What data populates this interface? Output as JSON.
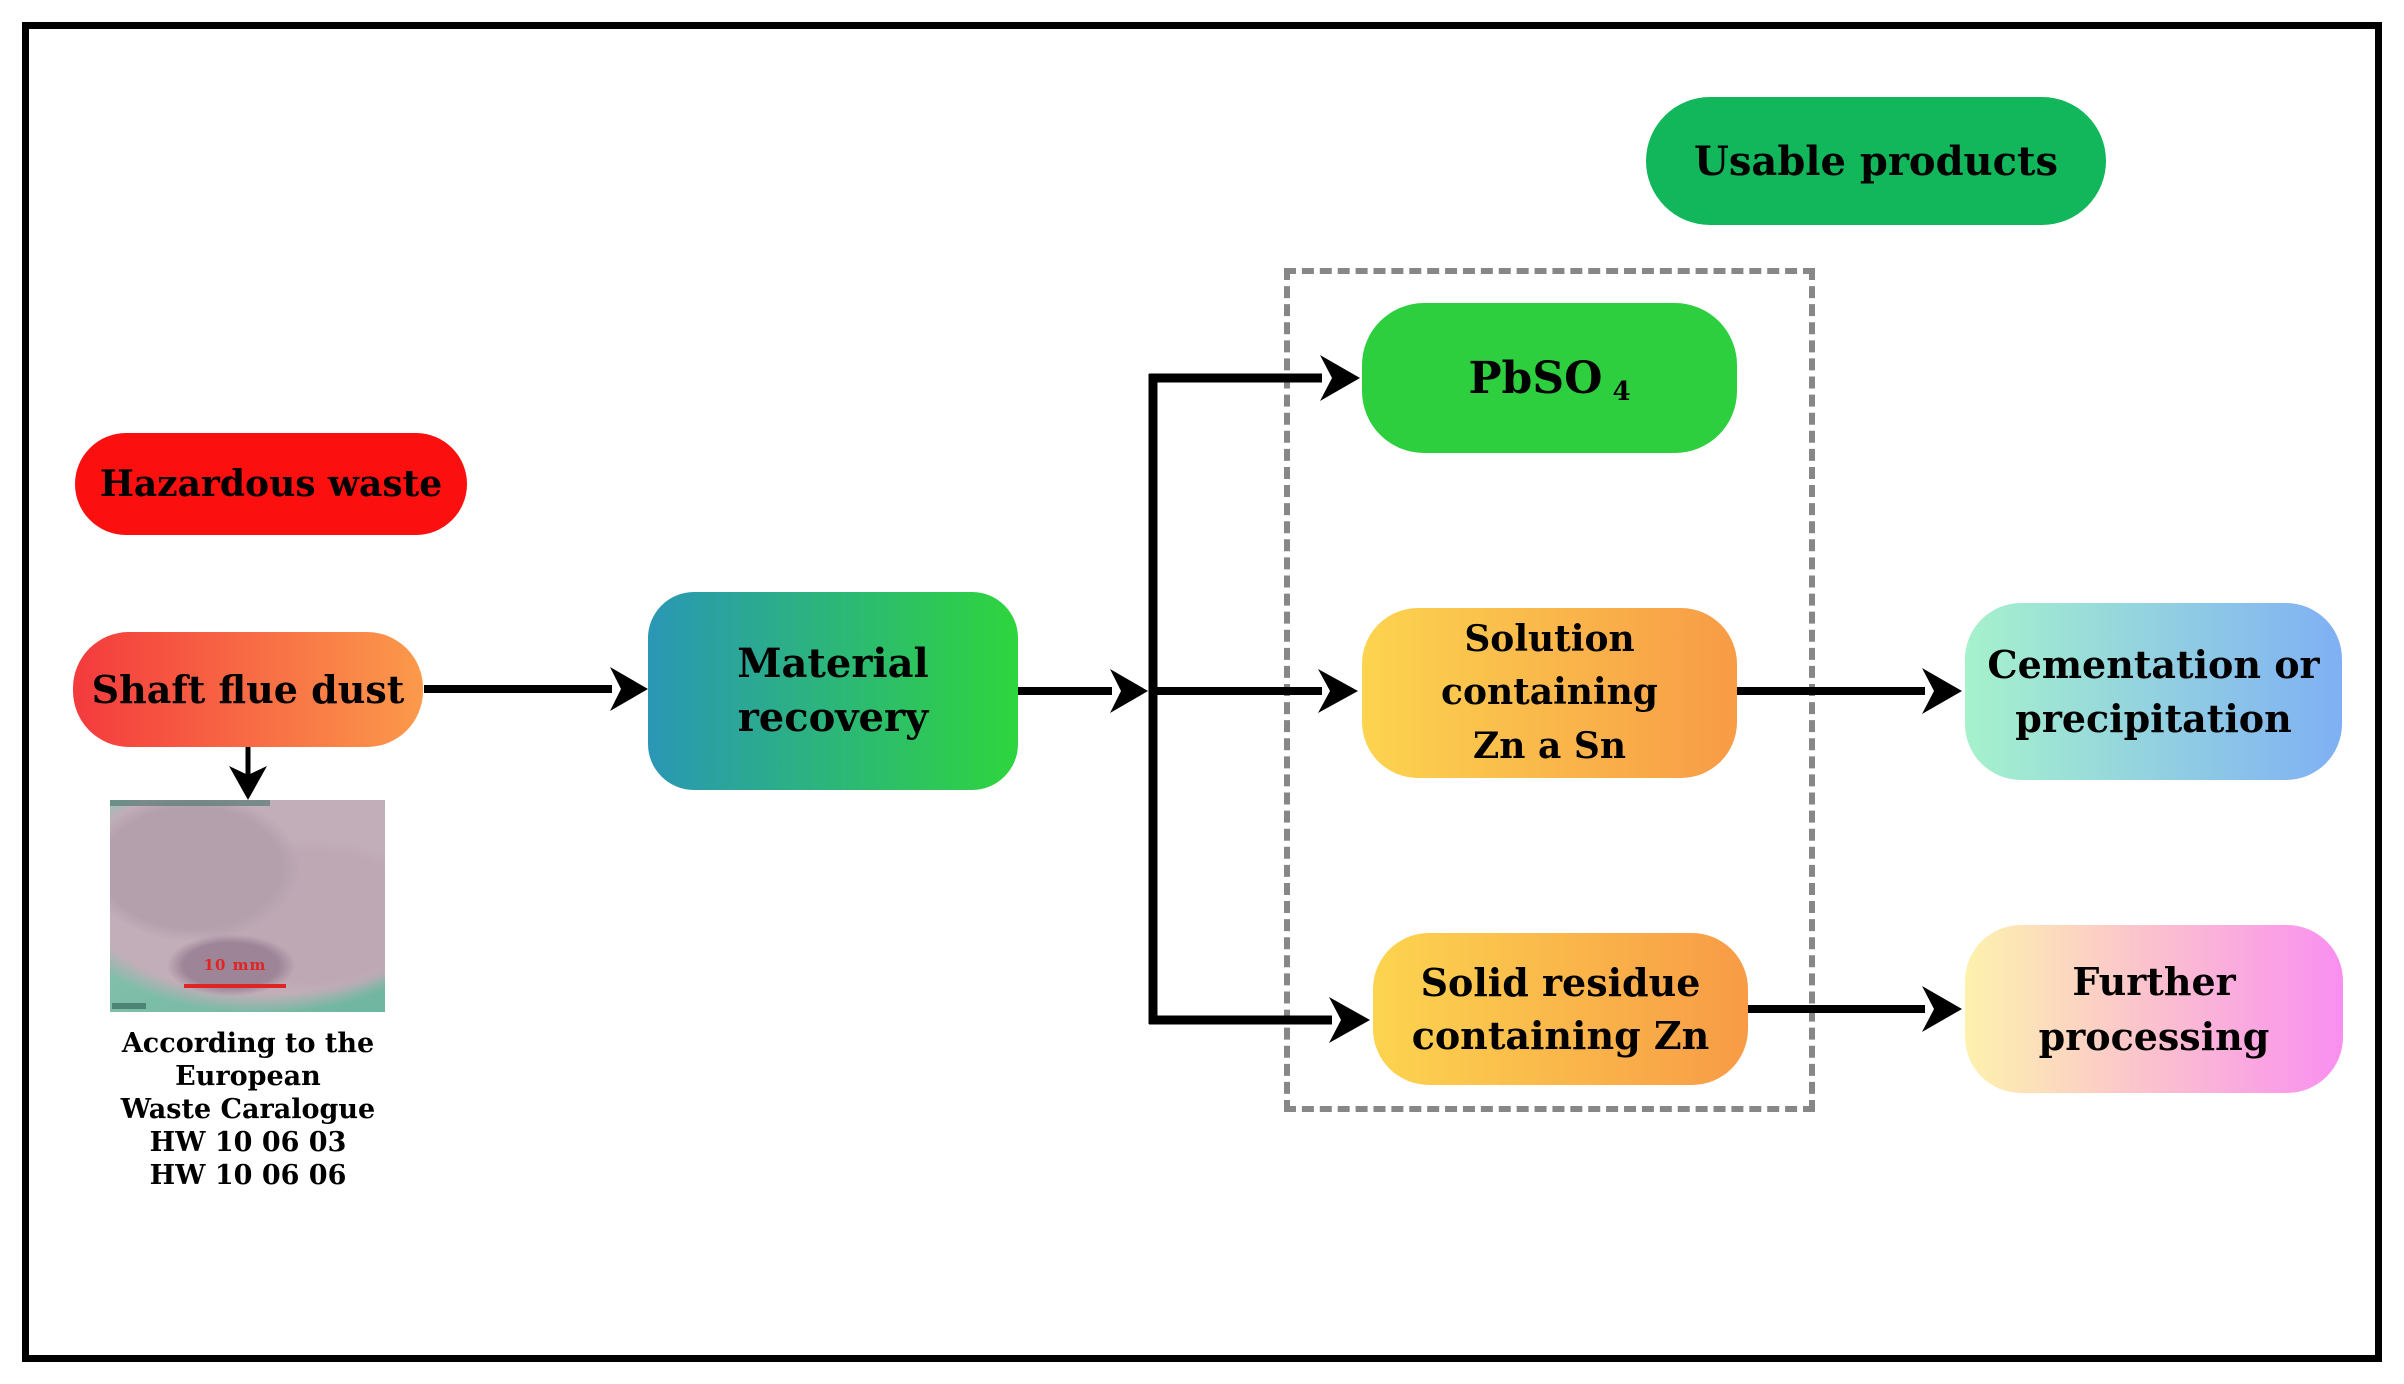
{
  "colors": {
    "hazardous": "#fb0f0f",
    "usable": "#12b65b",
    "pbso4": "#2ecf3e",
    "shaft_from": "#f43a3d",
    "shaft_to": "#fb9a4b",
    "material_from": "#2a97b5",
    "material_to": "#2ed53d",
    "solution_from": "#fcd44f",
    "solution_to": "#f89b46",
    "solid_from": "#fcd44f",
    "solid_to": "#f89b46",
    "cementation_from": "#a6f2cc",
    "cementation_to": "#7fb0f4",
    "further_from": "#fdf2ad",
    "further_to": "#f98ff1",
    "arrow": "#000000",
    "dashed_border": "#878787",
    "scale_bar": "#e02424"
  },
  "legend": {
    "hazardous_label": "Hazardous waste",
    "usable_label": "Usable products"
  },
  "nodes": {
    "shaft_flue_dust": "Shaft flue dust",
    "material_recovery": "Material\nrecovery",
    "pbso4_formula": "PbSO",
    "pbso4_subscript": "4",
    "solution": "Solution\ncontaining\nZn a Sn",
    "solid_residue": "Solid residue\ncontaining Zn",
    "cementation": "Cementation or\nprecipitation",
    "further_processing": "Further\nprocessing"
  },
  "photo": {
    "scale_label": "10 mm",
    "caption_lines": [
      "According to the European",
      "Waste Caralogue",
      "HW 10 06 03",
      "HW 10 06 06"
    ]
  }
}
